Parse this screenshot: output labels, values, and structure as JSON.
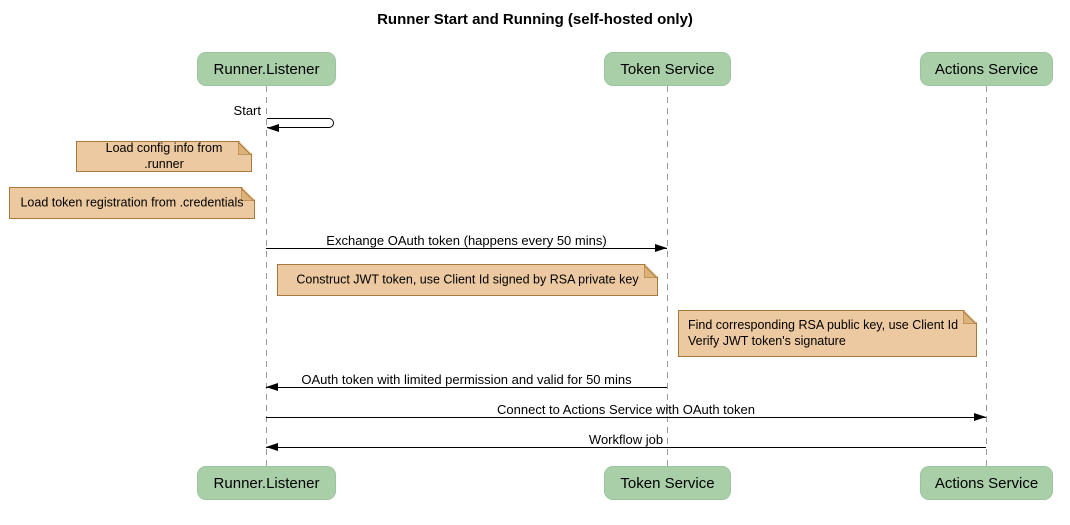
{
  "title": "Runner Start and Running (self-hosted only)",
  "participants": [
    {
      "name": "Runner.Listener"
    },
    {
      "name": "Token Service"
    },
    {
      "name": "Actions Service"
    }
  ],
  "messages": {
    "self_start": "Start",
    "exchange": "Exchange OAuth token (happens every 50 mins)",
    "oauth_return": "OAuth token with limited permission and valid for 50 mins",
    "connect": "Connect to Actions Service with OAuth token",
    "workflow": "Workflow job"
  },
  "notes": {
    "config": "Load config info from .runner",
    "credentials": "Load token registration from .credentials",
    "jwt": "Construct JWT token, use Client Id signed by RSA private key",
    "verify_line1": "Find corresponding RSA public key, use Client Id",
    "verify_line2": "Verify JWT token's signature"
  },
  "colors": {
    "participant_fill": "#a9cfa9",
    "note_fill": "#ecc9a0",
    "note_border": "#a8793c",
    "lifeline": "#9a9a9a",
    "arrow": "#000000",
    "background": "#ffffff"
  }
}
